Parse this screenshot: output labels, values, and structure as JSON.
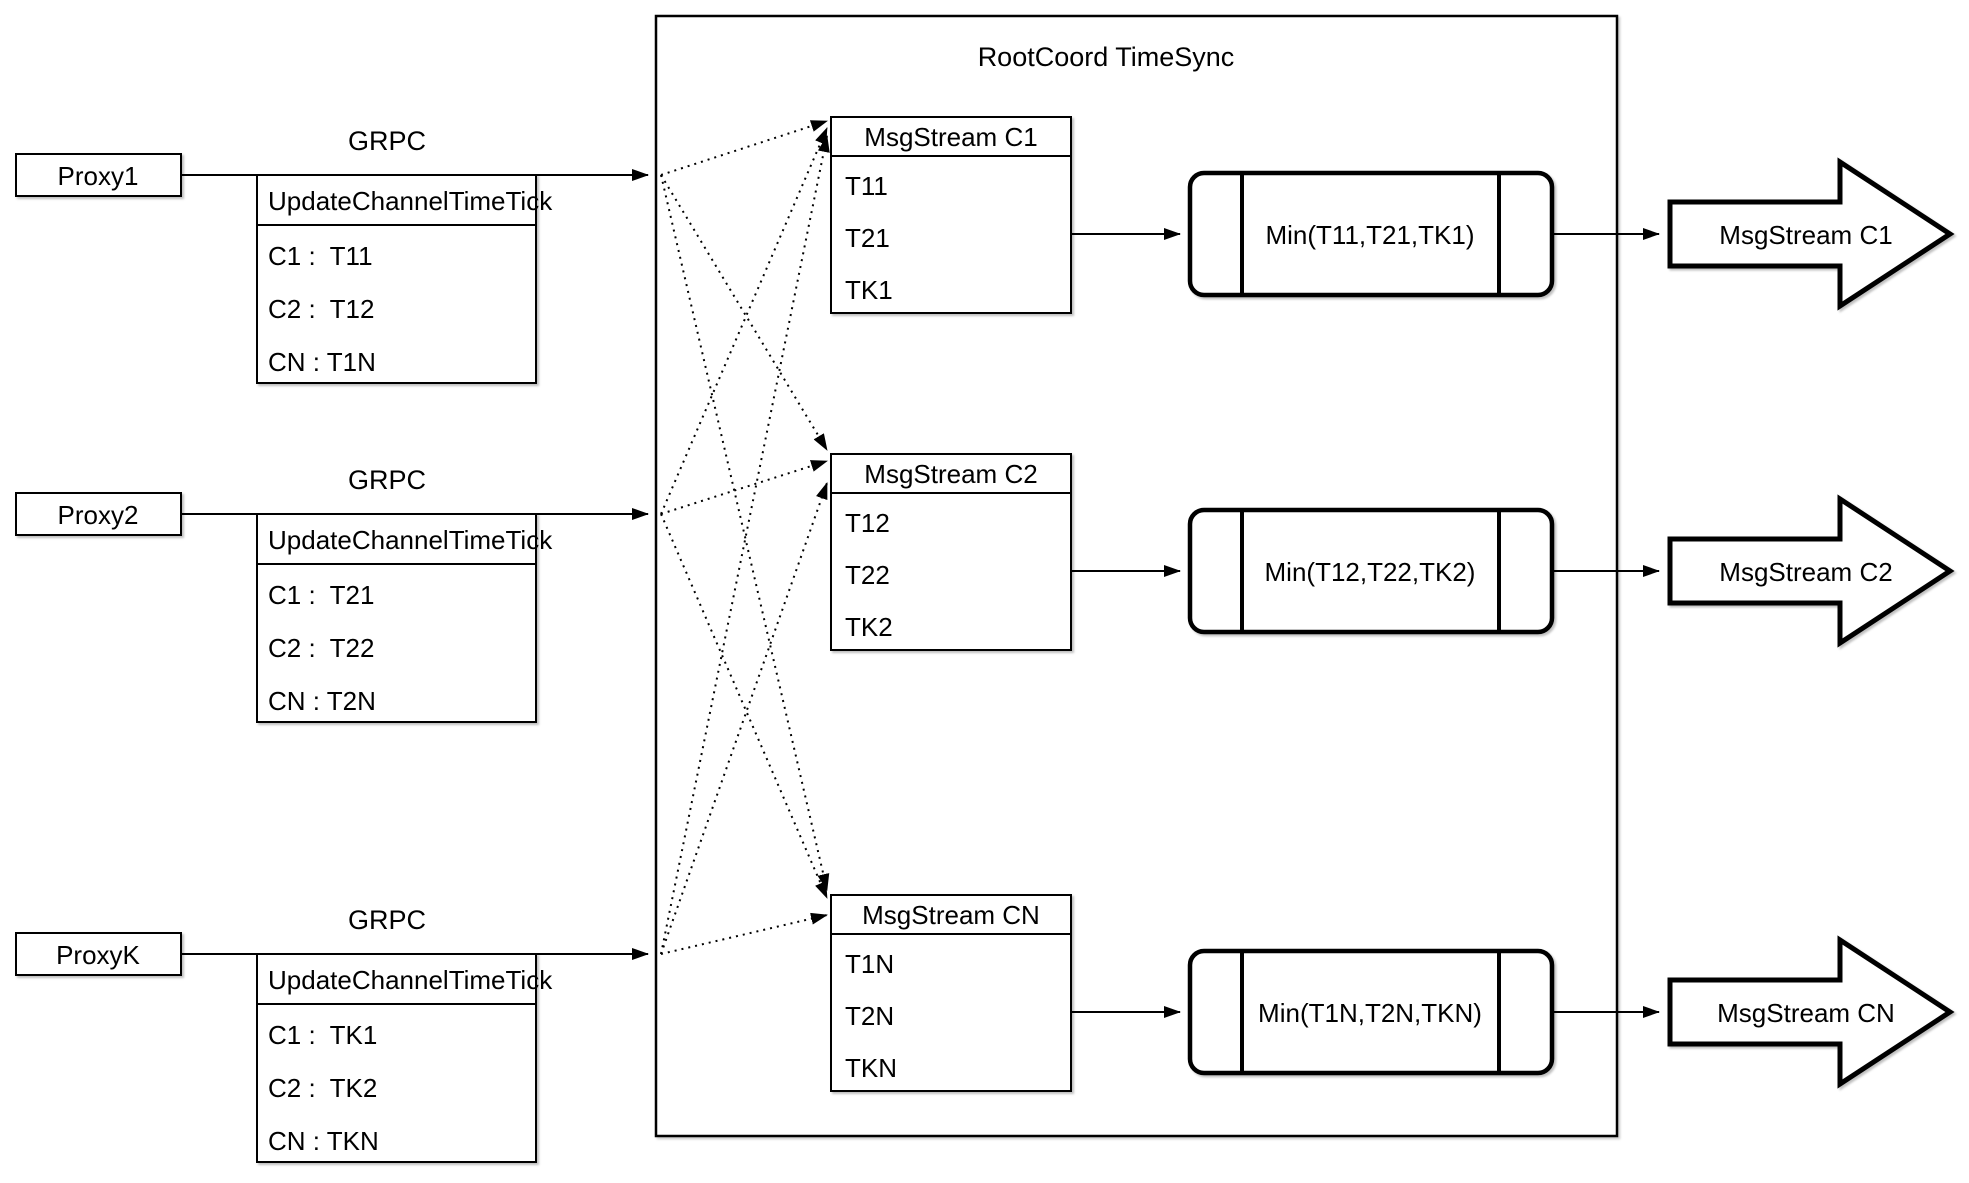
{
  "diagram": {
    "title": "RootCoord TimeSync",
    "colors": {
      "stroke": "#000000",
      "background": "#ffffff"
    },
    "proxies": [
      {
        "name": "Proxy1",
        "protocol": "GRPC",
        "message": {
          "title": "UpdateChannelTimeTick",
          "rows": [
            "C1 :  T11",
            "C2 :  T12",
            "CN : T1N"
          ]
        }
      },
      {
        "name": "Proxy2",
        "protocol": "GRPC",
        "message": {
          "title": "UpdateChannelTimeTick",
          "rows": [
            "C1 :  T21",
            "C2 :  T22",
            "CN : T2N"
          ]
        }
      },
      {
        "name": "ProxyK",
        "protocol": "GRPC",
        "message": {
          "title": "UpdateChannelTimeTick",
          "rows": [
            "C1 :  TK1",
            "C2 :  TK2",
            "CN : TKN"
          ]
        }
      }
    ],
    "streams": [
      {
        "table_title": "MsgStream C1",
        "values": [
          "T11",
          "T21",
          "TK1"
        ],
        "min_label": "Min(T11,T21,TK1)",
        "output": "MsgStream C1"
      },
      {
        "table_title": "MsgStream C2",
        "values": [
          "T12",
          "T22",
          "TK2"
        ],
        "min_label": "Min(T12,T22,TK2)",
        "output": "MsgStream C2"
      },
      {
        "table_title": "MsgStream CN",
        "values": [
          "T1N",
          "T2N",
          "TKN"
        ],
        "min_label": "Min(T1N,T2N,TKN)",
        "output": "MsgStream CN"
      }
    ]
  }
}
